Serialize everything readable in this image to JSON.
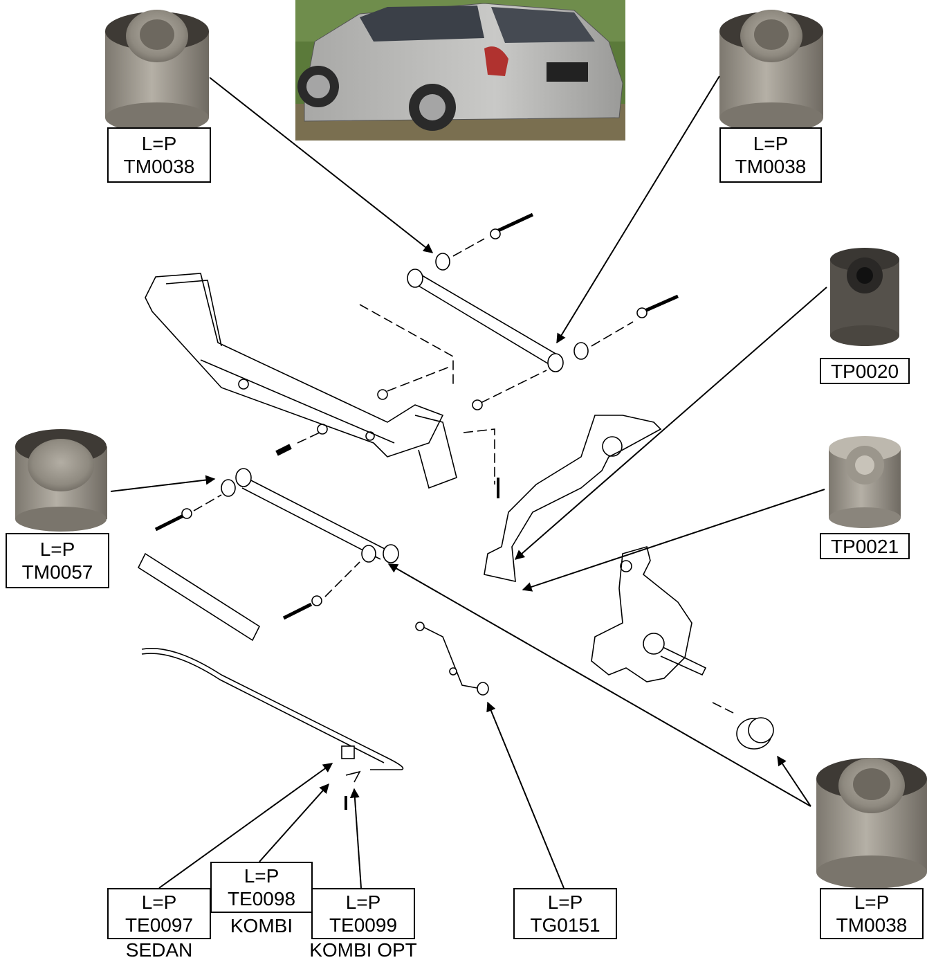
{
  "labels": {
    "top_left": {
      "l1": "L=P",
      "l2": "TM0038"
    },
    "top_right": {
      "l1": "L=P",
      "l2": "TM0038"
    },
    "right_upper": {
      "l1": "TP0020"
    },
    "right_lower": {
      "l1": "TP0021"
    },
    "left_mid": {
      "l1": "L=P",
      "l2": "TM0057"
    },
    "bottom_sedan": {
      "l1": "L=P",
      "l2": "TE0097",
      "note": "SEDAN"
    },
    "bottom_kombi": {
      "l1": "L=P",
      "l2": "TE0098",
      "note": "KOMBI"
    },
    "bottom_kombi_opt": {
      "l1": "L=P",
      "l2": "TE0099",
      "note": "KOMBI OPT"
    },
    "bottom_mid": {
      "l1": "L=P",
      "l2": "TG0151"
    },
    "bottom_right": {
      "l1": "L=P",
      "l2": "TM0038"
    }
  },
  "colors": {
    "rubber": "#8f8a80",
    "rubber_dark": "#4a4640",
    "car_body": "#b9b9b6",
    "grass": "#5b7a3a"
  }
}
